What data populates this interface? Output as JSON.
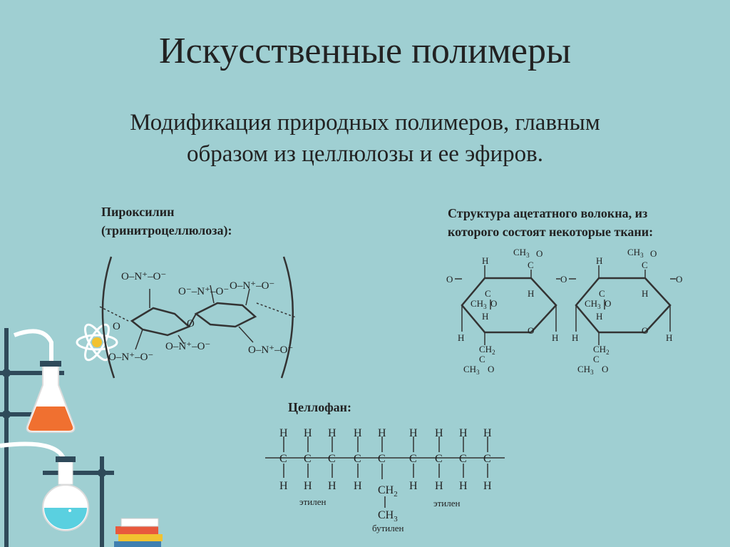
{
  "slide": {
    "title": "Искусственные полимеры",
    "subtitle_line1": "Модификация природных полимеров, главным",
    "subtitle_line2": "образом из целлюлозы и ее эфиров."
  },
  "pyroxylin": {
    "label_line1": "Пироксилин",
    "label_line2": "(тринитроцеллюлоза):",
    "groups": [
      "O–N⁺–O⁻",
      "O⁻–N⁺–O⁻",
      "O–N⁺–O⁻",
      "O–N⁺–O⁻",
      "O–N⁺–O⁻",
      "O–N⁺–O⁻"
    ],
    "atom_o": "O"
  },
  "acetate": {
    "label_line1": "Структура ацетатного волокна, из",
    "label_line2": "которого состоят некоторые ткани:",
    "atoms": {
      "h": "H",
      "c": "C",
      "o": "O",
      "ch3": "CH",
      "ch2": "CH",
      "sub3": "3",
      "sub2": "2"
    }
  },
  "cellophane": {
    "label": "Целлофан:",
    "atom_h": "H",
    "atom_c": "C",
    "ch2": "CH",
    "ch3": "CH",
    "sub2": "2",
    "sub3": "3",
    "ethylene_left": "этилен",
    "ethylene_right": "этилен",
    "butylene": "бутилен"
  },
  "colors": {
    "background": "#9fcfd2",
    "flask_orange": "#f07030",
    "flask_blue": "#5ad0e0",
    "stand": "#2f4a5a",
    "book_red": "#e8593d",
    "book_yellow": "#f2c230"
  }
}
